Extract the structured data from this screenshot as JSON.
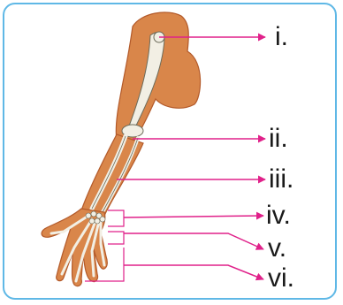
{
  "labels": [
    "i.",
    "ii.",
    "iii.",
    "iv.",
    "v.",
    "vi."
  ],
  "colors": {
    "border": "#5fb8e6",
    "pointer": "#e0218a",
    "muscle": "#d9864a",
    "muscle_dark": "#b35a2a",
    "bone": "#f2efe4",
    "bone_outline": "#6b6b5a"
  }
}
